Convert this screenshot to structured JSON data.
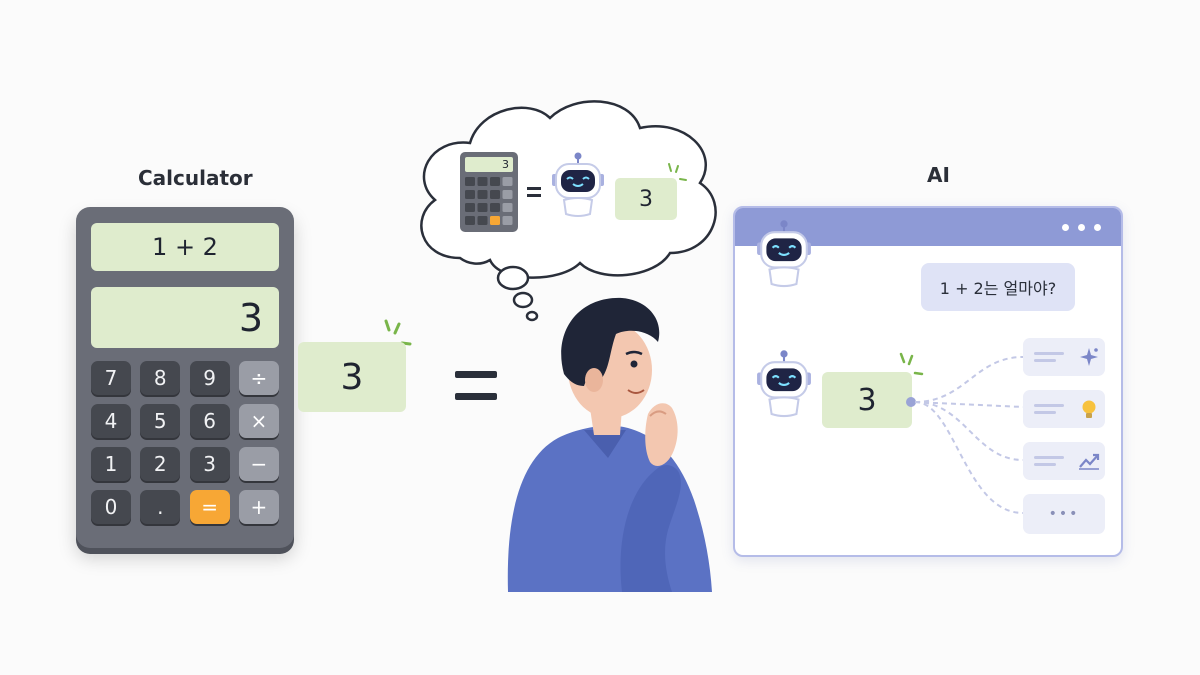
{
  "labels": {
    "calculator_title": "Calculator",
    "ai_title": "AI"
  },
  "calculator": {
    "expression": "1 + 2",
    "result": "3",
    "keys": [
      "7",
      "8",
      "9",
      "÷",
      "4",
      "5",
      "6",
      "×",
      "1",
      "2",
      "3",
      "−",
      "0",
      ".",
      "=",
      "+"
    ]
  },
  "bubbles": {
    "calc_answer": "3",
    "thought_answer": "3",
    "thought_screen": "3",
    "ai_answer": "3"
  },
  "chat": {
    "user_question": "1 + 2는 얼마야?",
    "more_label": "•••"
  },
  "colors": {
    "bubble_green": "#dfeccd",
    "ai_accent": "#8e9ad6",
    "person_shirt": "#5b72c4",
    "key_equals": "#f7a735"
  }
}
